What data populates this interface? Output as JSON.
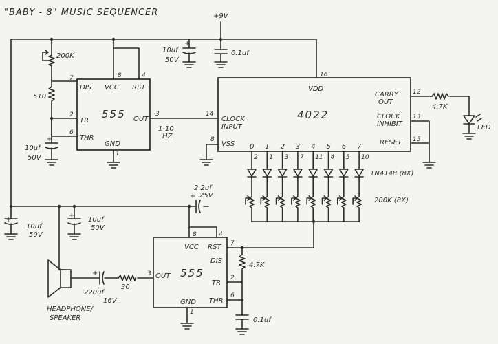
{
  "title": "\"BABY - 8\" MUSIC SEQUENCER",
  "supply": "+9V",
  "chips": {
    "u1": {
      "name": "555",
      "pins": {
        "dis": "DIS",
        "vcc": "VCC",
        "rst": "RST",
        "tr": "TR",
        "out": "OUT",
        "thr": "THR",
        "gnd": "GND"
      }
    },
    "u2": {
      "name": "4022",
      "pins": {
        "vdd": "VDD",
        "carry": [
          "CARRY",
          "OUT"
        ],
        "clock": [
          "CLOCK",
          "INPUT"
        ],
        "inhibit": [
          "CLOCK",
          "INHIBIT"
        ],
        "vss": "VSS",
        "reset": "RESET"
      }
    },
    "u3": {
      "name": "555",
      "pins": {
        "vcc": "VCC",
        "rst": "RST",
        "dis": "DIS",
        "out": "OUT",
        "tr": "TR",
        "thr": "THR",
        "gnd": "GND"
      }
    }
  },
  "pin_numbers": {
    "u1": {
      "vcc": "8",
      "rst": "4",
      "dis": "7",
      "tr": "2",
      "thr": "6",
      "out": "3",
      "gnd": "1"
    },
    "u2": {
      "vdd": "16",
      "carry": "12",
      "clock": "14",
      "inhibit": "13",
      "vss": "8",
      "reset": "15"
    },
    "u3": {
      "vcc": "8",
      "rst": "4",
      "dis": "7",
      "out": "3",
      "tr": "2",
      "thr": "6",
      "gnd": "1"
    }
  },
  "outputs": [
    "0",
    "1",
    "2",
    "3",
    "4",
    "5",
    "6",
    "7"
  ],
  "output_pins": [
    "2",
    "1",
    "3",
    "7",
    "11",
    "4",
    "5",
    "10"
  ],
  "components": {
    "pot_timing": "200K",
    "r_timing": "510",
    "c_timing": [
      "10uf",
      "50V"
    ],
    "c_supply": [
      "10uf",
      "50V"
    ],
    "c_decouple": "0.1uf",
    "freq": [
      "1-10",
      "HZ"
    ],
    "r_led": "4.7K",
    "led": "LED",
    "diodes": "1N4148 (8X)",
    "pots": "200K (8X)",
    "c_coupling": [
      "2.2uf",
      "25V"
    ],
    "c_left": [
      "10uf",
      "50V"
    ],
    "c_mid": [
      "10uf",
      "50V"
    ],
    "c_out": [
      "220uf",
      "16V"
    ],
    "r_out": "30",
    "r_dis": "4.7K",
    "c_timing2": "0.1uf",
    "speaker": [
      "HEADPHONE/",
      "SPEAKER"
    ]
  }
}
